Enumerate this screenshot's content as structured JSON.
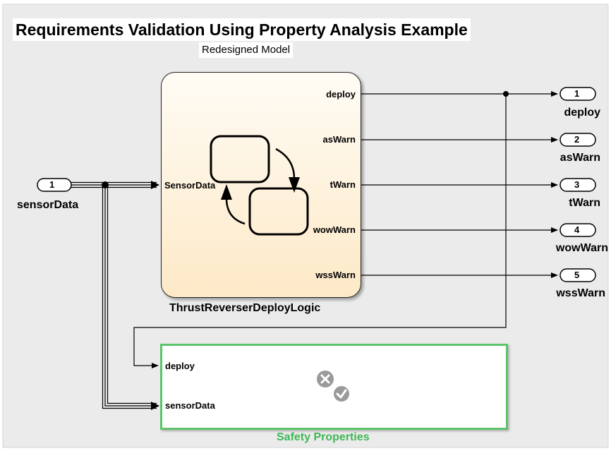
{
  "header": {
    "title": "Requirements Validation Using Property Analysis Example",
    "subtitle": "Redesigned Model"
  },
  "inport": {
    "number": "1",
    "name": "sensorData"
  },
  "chart_block": {
    "name": "ThrustReverserDeployLogic",
    "input_port": "SensorData",
    "output_ports": [
      "deploy",
      "asWarn",
      "tWarn",
      "wowWarn",
      "wssWarn"
    ]
  },
  "outports": [
    {
      "number": "1",
      "name": "deploy"
    },
    {
      "number": "2",
      "name": "asWarn"
    },
    {
      "number": "3",
      "name": "tWarn"
    },
    {
      "number": "4",
      "name": "wowWarn"
    },
    {
      "number": "5",
      "name": "wssWarn"
    }
  ],
  "safety_block": {
    "name": "Safety Properties",
    "input_ports": [
      "deploy",
      "sensorData"
    ]
  },
  "colors": {
    "canvas_background": "#ebebeb",
    "safety_border": "#5cc46a",
    "safety_label": "#3eb856",
    "chart_fill": "#fde9c7",
    "verification_icon": "#9a9a9a"
  },
  "icons": {
    "chart_icon": "stateflow-states-icon",
    "safety_icon": "verification-status-icon"
  }
}
